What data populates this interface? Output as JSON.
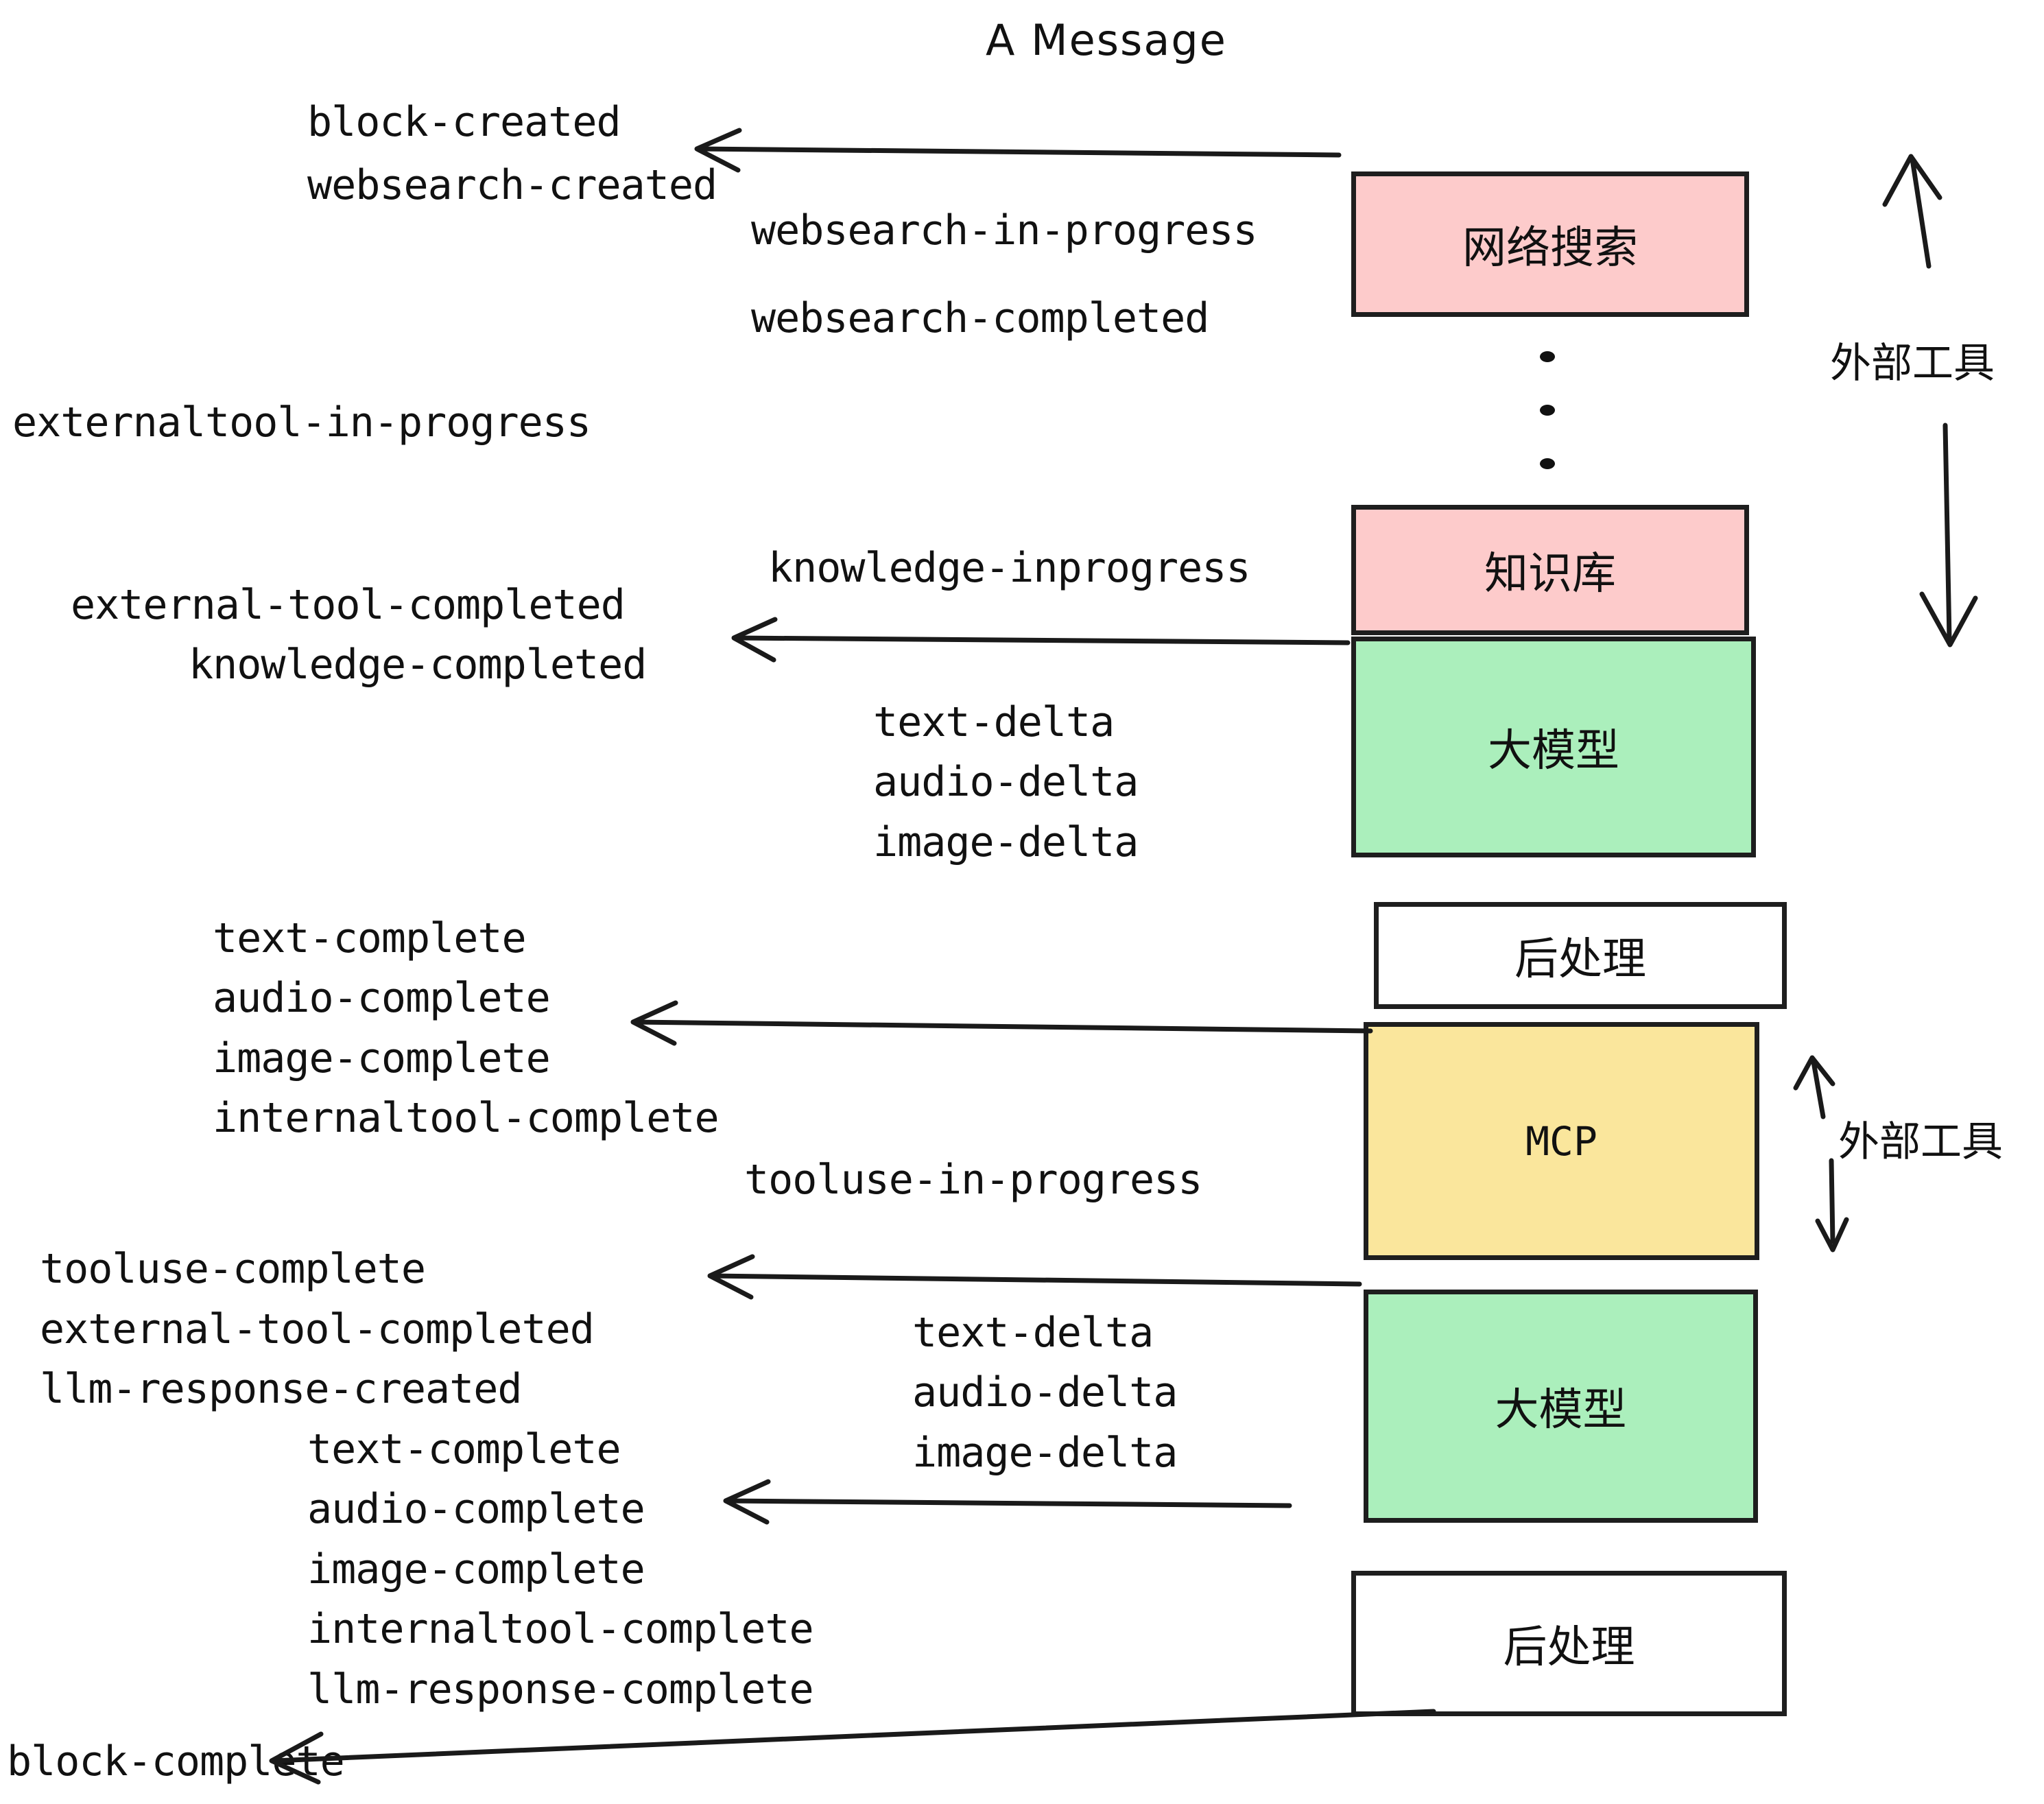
{
  "title": "A Message",
  "colors": {
    "pink": "#FDCBCB",
    "green": "#ABEFBC",
    "yellow": "#FAE69C",
    "white": "#FFFFFF",
    "stroke": "#1e1e1e",
    "text": "#111111"
  },
  "boxes": [
    {
      "id": "websearch",
      "label": "网络搜索",
      "fill": "pink"
    },
    {
      "id": "knowledgebase",
      "label": "知识库",
      "fill": "pink"
    },
    {
      "id": "llm-1",
      "label": "大模型",
      "fill": "green"
    },
    {
      "id": "postprocess-1",
      "label": "后处理",
      "fill": "white"
    },
    {
      "id": "mcp",
      "label": "MCP",
      "fill": "yellow"
    },
    {
      "id": "llm-2",
      "label": "大模型",
      "fill": "green"
    },
    {
      "id": "postprocess-2",
      "label": "后处理",
      "fill": "white"
    }
  ],
  "side_labels": [
    {
      "id": "external-tools-upper",
      "label": "外部工具"
    },
    {
      "id": "external-tools-lower",
      "label": "外部工具"
    }
  ],
  "events": [
    {
      "id": "e01",
      "text": "block-created"
    },
    {
      "id": "e02",
      "text": "websearch-created"
    },
    {
      "id": "e03",
      "text": "websearch-in-progress"
    },
    {
      "id": "e04",
      "text": "websearch-completed"
    },
    {
      "id": "e05",
      "text": "externaltool-in-progress"
    },
    {
      "id": "e06",
      "text": "knowledge-inprogress"
    },
    {
      "id": "e07",
      "text": "external-tool-completed"
    },
    {
      "id": "e08",
      "text": "knowledge-completed"
    },
    {
      "id": "e09",
      "text": "text-delta"
    },
    {
      "id": "e10",
      "text": "audio-delta"
    },
    {
      "id": "e11",
      "text": "image-delta"
    },
    {
      "id": "e12",
      "text": "text-complete"
    },
    {
      "id": "e13",
      "text": "audio-complete"
    },
    {
      "id": "e14",
      "text": "image-complete"
    },
    {
      "id": "e15",
      "text": "internaltool-complete"
    },
    {
      "id": "e16",
      "text": "tooluse-in-progress"
    },
    {
      "id": "e17",
      "text": "tooluse-complete"
    },
    {
      "id": "e18",
      "text": "external-tool-completed"
    },
    {
      "id": "e19",
      "text": "llm-response-created"
    },
    {
      "id": "e20",
      "text": "text-complete"
    },
    {
      "id": "e21",
      "text": "audio-complete"
    },
    {
      "id": "e22",
      "text": "image-complete"
    },
    {
      "id": "e23",
      "text": "internaltool-complete"
    },
    {
      "id": "e24",
      "text": "llm-response-complete"
    },
    {
      "id": "e25",
      "text": "block-complete"
    },
    {
      "id": "e26",
      "text": "text-delta"
    },
    {
      "id": "e27",
      "text": "audio-delta"
    },
    {
      "id": "e28",
      "text": "image-delta"
    }
  ]
}
